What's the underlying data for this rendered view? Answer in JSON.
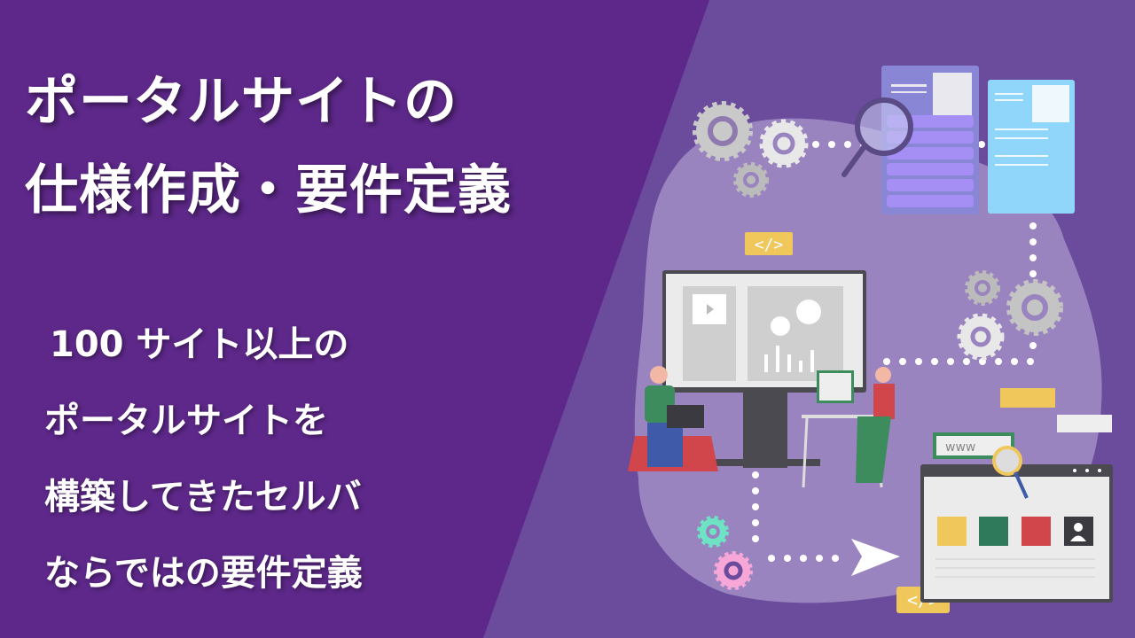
{
  "title": {
    "line1": "ポータルサイトの",
    "line2": "仕様作成・要件定義"
  },
  "subtitle": {
    "line1": "100 サイト以上の",
    "line2": "ポータルサイトを",
    "line3": "構築してきたセルバ",
    "line4": "ならではの要件定義"
  },
  "illustration": {
    "code_tag_top": "</>",
    "code_tag_bottom": "</>",
    "www_label": "www"
  },
  "colors": {
    "left_bg": "#5d2889",
    "right_bg": "#6a4b9c",
    "blob": "#9a84bf",
    "accent_yellow": "#f0c75a"
  }
}
